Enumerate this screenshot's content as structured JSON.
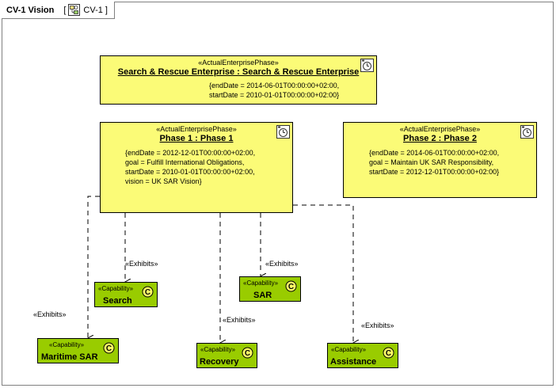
{
  "frame": {
    "title": "CV-1 Vision",
    "diagram_ref": "CV-1",
    "open_bracket": "[",
    "close_bracket": "]"
  },
  "enterprise": {
    "stereotype": "«ActualEnterprisePhase»",
    "name": "Search & Rescue Enterprise : Search & Rescue Enterprise",
    "props": [
      "{endDate = 2014-06-01T00:00:00+02:00,",
      "startDate = 2010-01-01T00:00:00+02:00}"
    ]
  },
  "phase1": {
    "stereotype": "«ActualEnterprisePhase»",
    "name": "Phase 1 : Phase 1",
    "props": [
      "{endDate = 2012-12-01T00:00:00+02:00,",
      "goal = Fulfill International Obligations,",
      "startDate = 2010-01-01T00:00:00+02:00,",
      "vision = UK SAR Vision}"
    ]
  },
  "phase2": {
    "stereotype": "«ActualEnterprisePhase»",
    "name": "Phase 2 : Phase 2",
    "props": [
      "{endDate = 2014-06-01T00:00:00+02:00,",
      "goal = Maintain UK SAR Responsibility,",
      "startDate = 2012-12-01T00:00:00+02:00}"
    ]
  },
  "capabilities": {
    "stereotype": "«Capability»",
    "search": "Search",
    "sar": "SAR",
    "maritime": "Maritime SAR",
    "recovery": "Recovery",
    "assistance": "Assistance"
  },
  "exhibits_label": "«Exhibits»",
  "colors": {
    "phase_fill": "#fbfb77",
    "capability_fill": "#99cc00"
  },
  "icons": {
    "diagram": "diagram-icon",
    "phase": "clock-icon",
    "capability": "capability-c-icon"
  }
}
